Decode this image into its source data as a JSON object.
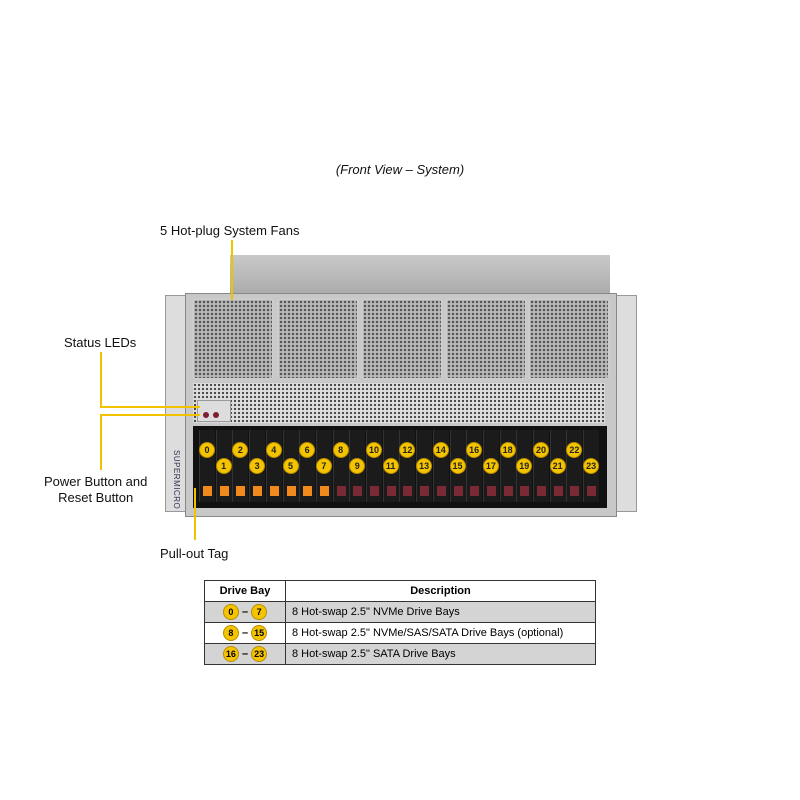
{
  "caption": "(Front View – System)",
  "labels": {
    "fans": "5 Hot-plug System Fans",
    "leds": "Status LEDs",
    "power": "Power Button and Reset Button",
    "power_l1": "Power Button and",
    "power_l2": "Reset Button",
    "tag": "Pull-out Tag"
  },
  "brand": "SUPERMICRO",
  "bays": [
    "0",
    "1",
    "2",
    "3",
    "4",
    "5",
    "6",
    "7",
    "8",
    "9",
    "10",
    "11",
    "12",
    "13",
    "14",
    "15",
    "16",
    "17",
    "18",
    "19",
    "20",
    "21",
    "22",
    "23"
  ],
  "colors": {
    "callout": "#f2c200",
    "nvme_tag": "#f08a1c",
    "sata_tag": "#7a2a35"
  },
  "table": {
    "headers": [
      "Drive Bay",
      "Description"
    ],
    "rows": [
      {
        "from": "0",
        "dash": "–",
        "to": "7",
        "desc": "8 Hot-swap 2.5\" NVMe Drive Bays"
      },
      {
        "from": "8",
        "dash": "–",
        "to": "15",
        "desc": "8 Hot-swap 2.5\" NVMe/SAS/SATA Drive Bays (optional)"
      },
      {
        "from": "16",
        "dash": "–",
        "to": "23",
        "desc": "8 Hot-swap 2.5\" SATA Drive Bays"
      }
    ]
  }
}
